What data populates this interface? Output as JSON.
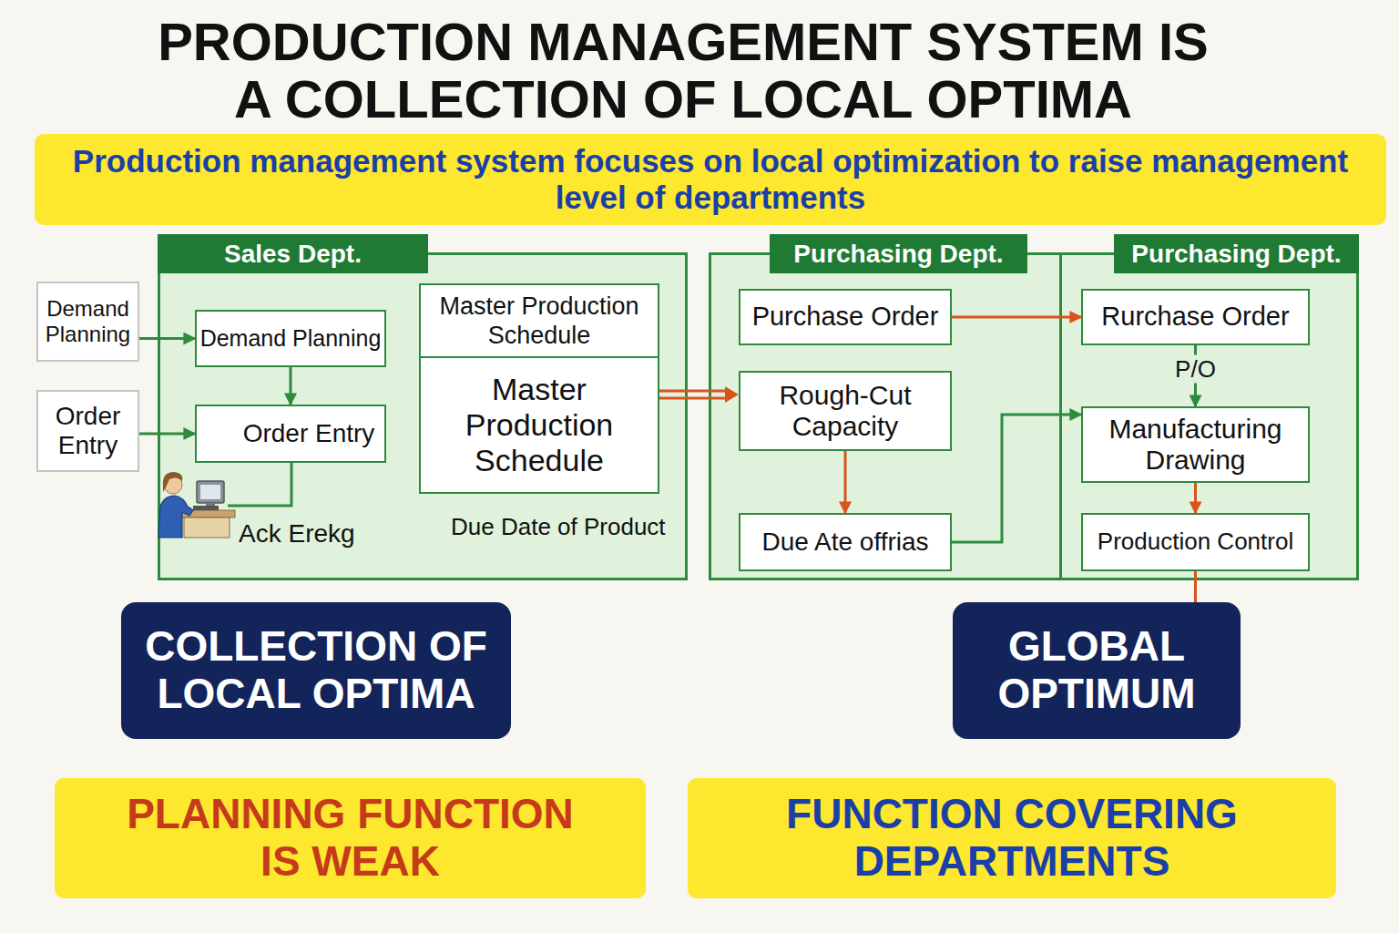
{
  "diagram": {
    "title": "PRODUCTION MANAGEMENT SYSTEM IS A COLLECTION OF LOCAL OPTIMA",
    "nodes": [
      {
        "text": [
          "Production management system focuses on local optimization to raise management level of departments"
        ]
      },
      {
        "text": [
          "Demand Planning"
        ]
      },
      {
        "text": [
          "Order Entry"
        ]
      },
      {
        "text": [
          "Sales Dept."
        ]
      },
      {
        "text": [
          "Demand Planning"
        ],
        "in": 3
      },
      {
        "text": [
          "Order Entry"
        ],
        "in": 3
      },
      {
        "text": [
          "Master Production Schedule",
          "Master Production Schedule"
        ],
        "in": 3
      },
      {
        "text": [
          "Purchasing Dept."
        ]
      },
      {
        "text": [
          "Purchase Order"
        ],
        "in": 7
      },
      {
        "text": [
          "Rough-Cut Capacity"
        ],
        "in": 7
      },
      {
        "text": [
          "Due Ate offrias"
        ],
        "in": 7
      },
      {
        "text": [
          "Purchasing Dept."
        ]
      },
      {
        "text": [
          "Rurchase Order"
        ],
        "in": 11
      },
      {
        "text": [
          "Manufacturing Drawing"
        ],
        "in": 11
      },
      {
        "text": [
          "Production Control"
        ],
        "in": 11
      },
      {
        "text": [
          "COLLECTION OF LOCAL OPTIMA"
        ]
      },
      {
        "text": [
          "GLOBAL OPTIMUM"
        ]
      },
      {
        "text": [
          "PLANNING FUNCTION IS WEAK"
        ]
      },
      {
        "text": [
          "FUNCTION COVERING DEPARTMENTS"
        ]
      }
    ],
    "edges": [
      {
        "from": 1,
        "to": 4,
        "arrow": "to"
      },
      {
        "from": 2,
        "to": 5,
        "arrow": "to"
      },
      {
        "from": 4,
        "to": 5,
        "arrow": "to"
      },
      {
        "from": 6,
        "to": 9,
        "arrow": "to"
      },
      {
        "from": 9,
        "to": 10,
        "arrow": "to"
      },
      {
        "from": 8,
        "to": 12,
        "arrow": "to"
      },
      {
        "from": 10,
        "to": 13,
        "arrow": "to"
      },
      {
        "from": 12,
        "to": 13,
        "label": "P/O",
        "arrow": "to"
      },
      {
        "from": 13,
        "to": 14,
        "arrow": "to"
      },
      {
        "from": 14,
        "to": 16,
        "arrow": "none"
      }
    ],
    "labels": [
      "Ack Erekg",
      "Due Date of Product"
    ]
  }
}
